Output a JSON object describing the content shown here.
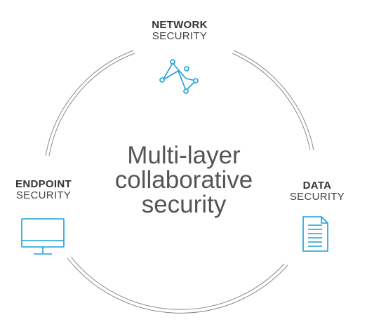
{
  "center": {
    "line1": "Multi-layer",
    "line2": "collaborative",
    "line3": "security"
  },
  "nodes": {
    "network": {
      "bold": "NETWORK",
      "light": "SECURITY",
      "icon": "network-nodes-icon"
    },
    "endpoint": {
      "bold": "ENDPOINT",
      "light": "SECURITY",
      "icon": "monitor-icon"
    },
    "data": {
      "bold": "DATA",
      "light": "SECURITY",
      "icon": "document-icon"
    }
  },
  "colors": {
    "accent": "#1a9fd8",
    "text_dark": "#333333",
    "text_center": "#555555",
    "ring": "#8a8a8a"
  }
}
